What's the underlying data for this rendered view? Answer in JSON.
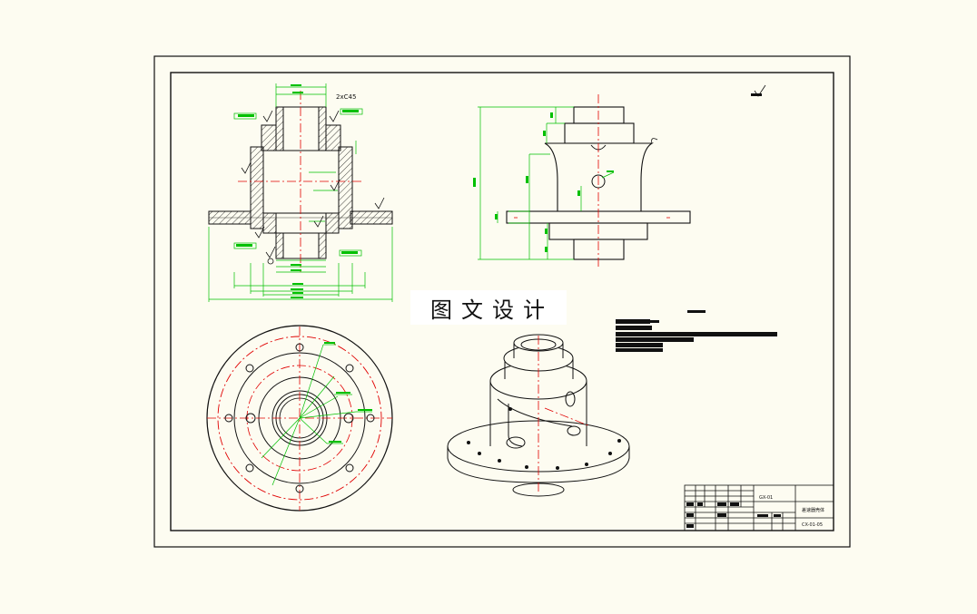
{
  "watermark": {
    "text": "图文设计"
  },
  "annotations": {
    "chamfer": "2xC45"
  },
  "title_block": {
    "drawing_code": "GX-01",
    "part_name": "差速器壳体",
    "drawing_number": "CX-01-05"
  },
  "colors": {
    "background": "#fdfcf1",
    "outline": "#111111",
    "dimension": "#00c000",
    "center_line": "#e00000"
  }
}
